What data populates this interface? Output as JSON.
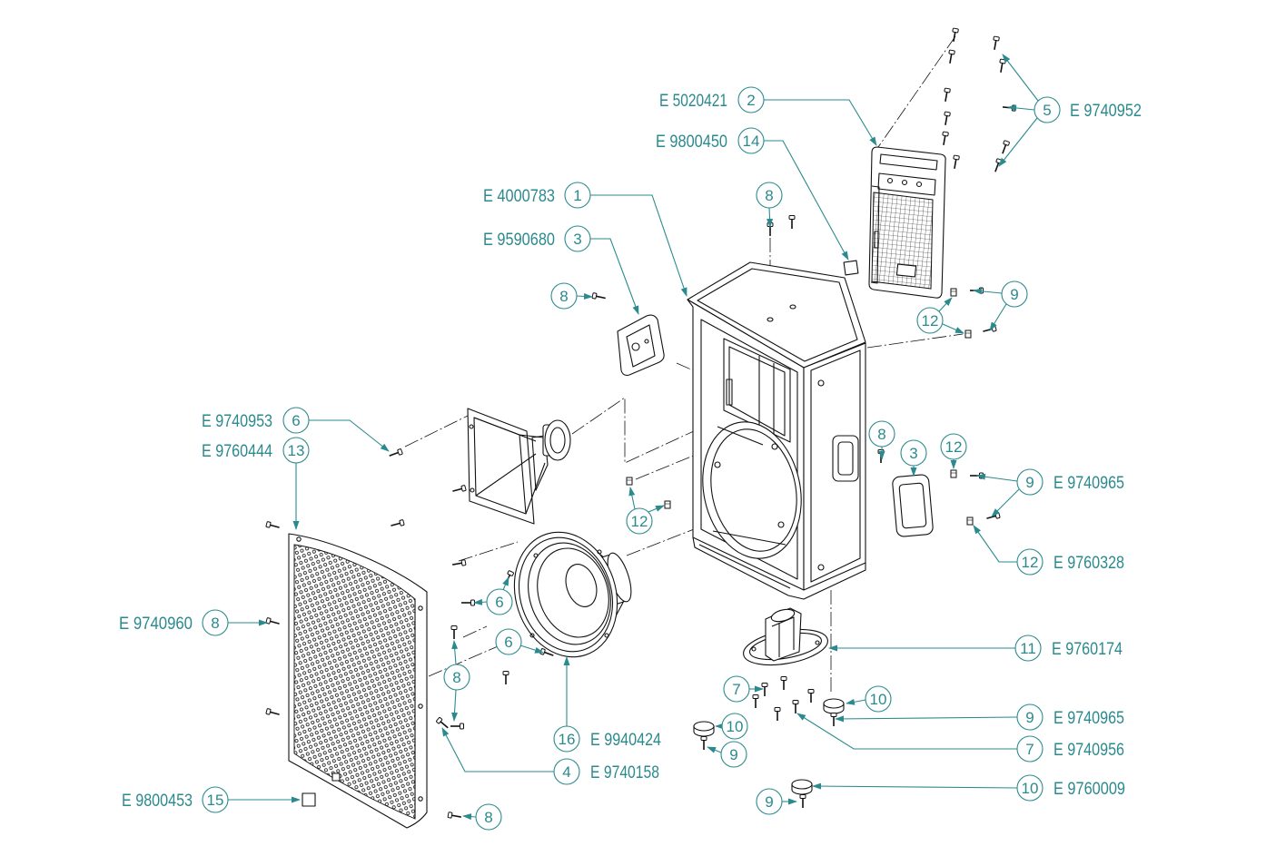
{
  "colors": {
    "callout": "#2b8a8e",
    "drawing": "#111111",
    "background": "#ffffff"
  },
  "callouts": [
    {
      "number": "2",
      "code": "E 5020421"
    },
    {
      "number": "14",
      "code": "E 9800450"
    },
    {
      "number": "1",
      "code": "E 4000783"
    },
    {
      "number": "3",
      "code": "E 9590680"
    },
    {
      "number": "5",
      "code": "E 9740952"
    },
    {
      "number": "8"
    },
    {
      "number": "8"
    },
    {
      "number": "9"
    },
    {
      "number": "12"
    },
    {
      "number": "8"
    },
    {
      "number": "3"
    },
    {
      "number": "12"
    },
    {
      "number": "9",
      "code": "E 9740965"
    },
    {
      "number": "12",
      "code": "E 9760328"
    },
    {
      "number": "6",
      "code": "E 9740953"
    },
    {
      "number": "13",
      "code": "E 9760444"
    },
    {
      "number": "12"
    },
    {
      "number": "6"
    },
    {
      "number": "8",
      "code": "E 9740960"
    },
    {
      "number": "6"
    },
    {
      "number": "8"
    },
    {
      "number": "11",
      "code": "E 9760174"
    },
    {
      "number": "7"
    },
    {
      "number": "10"
    },
    {
      "number": "9",
      "code": "E 9740965"
    },
    {
      "number": "10"
    },
    {
      "number": "16",
      "code": "E 9940424"
    },
    {
      "number": "7",
      "code": "E 9740956"
    },
    {
      "number": "9"
    },
    {
      "number": "4",
      "code": "E 9740158"
    },
    {
      "number": "10",
      "code": "E 9760009"
    },
    {
      "number": "15",
      "code": "E 9800453"
    },
    {
      "number": "9"
    },
    {
      "number": "8"
    }
  ]
}
